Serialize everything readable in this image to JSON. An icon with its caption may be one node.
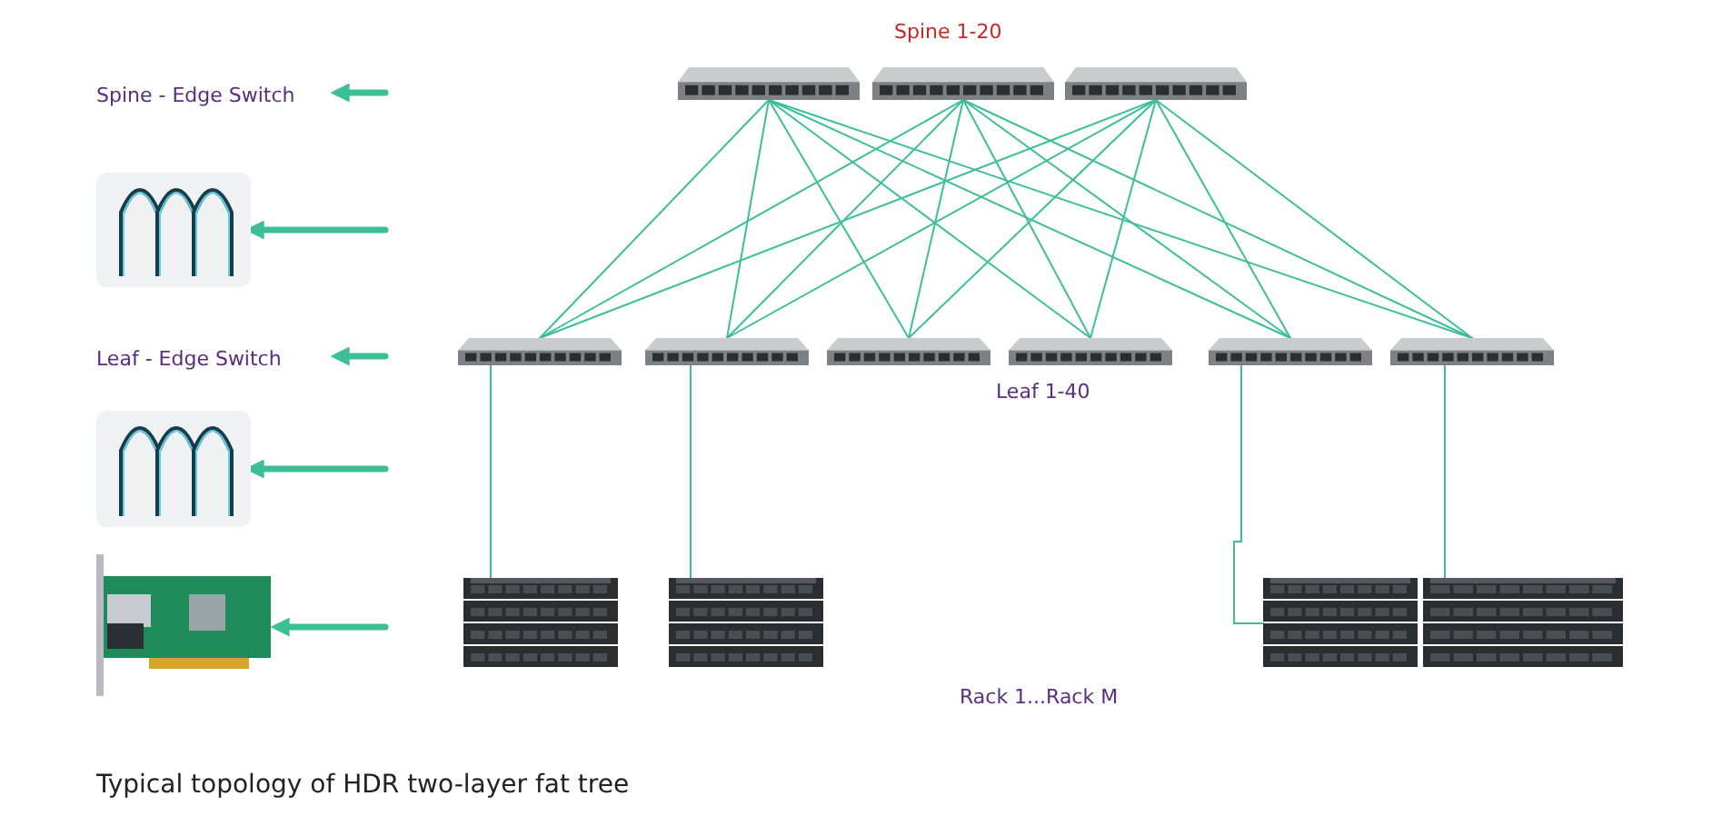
{
  "diagram": {
    "caption": "Typical topology of HDR two-layer fat tree",
    "nodes": [
      {
        "text": [
          "Spine - Edge Switch"
        ]
      },
      {
        "text": [],
        "shape": "picture"
      },
      {
        "text": [
          "Leaf - Edge Switch"
        ]
      },
      {
        "text": [],
        "shape": "picture"
      },
      {
        "text": [],
        "shape": "picture"
      },
      {
        "text": [],
        "shape": "picture"
      },
      {
        "text": [],
        "shape": "picture"
      },
      {
        "text": [],
        "shape": "picture"
      },
      {
        "text": [],
        "shape": "picture"
      },
      {
        "text": [],
        "shape": "picture"
      },
      {
        "text": [],
        "shape": "picture"
      },
      {
        "text": [],
        "shape": "picture"
      },
      {
        "text": [],
        "shape": "picture"
      },
      {
        "text": [],
        "shape": "picture"
      },
      {
        "text": [],
        "shape": "picture"
      },
      {
        "text": [],
        "shape": "picture"
      },
      {
        "text": [],
        "shape": "picture"
      },
      {
        "text": [],
        "shape": "picture"
      }
    ],
    "edges": [
      {
        "from": null,
        "to": 0,
        "arrow": "to",
        "style": "thick"
      },
      {
        "from": null,
        "to": 1,
        "arrow": "to",
        "style": "thick"
      },
      {
        "from": null,
        "to": 2,
        "arrow": "to",
        "style": "thick"
      },
      {
        "from": null,
        "to": 3,
        "arrow": "to",
        "style": "thick"
      },
      {
        "from": null,
        "to": 4,
        "arrow": "to",
        "style": "thick"
      },
      {
        "from": 5,
        "to": 8,
        "arrow": "none"
      },
      {
        "from": 5,
        "to": 9,
        "arrow": "none"
      },
      {
        "from": 5,
        "to": 10,
        "arrow": "none"
      },
      {
        "from": 5,
        "to": 11,
        "arrow": "none"
      },
      {
        "from": 5,
        "to": 12,
        "arrow": "none"
      },
      {
        "from": 5,
        "to": 13,
        "arrow": "none"
      },
      {
        "from": 6,
        "to": 8,
        "arrow": "none"
      },
      {
        "from": 6,
        "to": 9,
        "arrow": "none"
      },
      {
        "from": 6,
        "to": 10,
        "arrow": "none"
      },
      {
        "from": 6,
        "to": 11,
        "arrow": "none"
      },
      {
        "from": 6,
        "to": 12,
        "arrow": "none"
      },
      {
        "from": 6,
        "to": 13,
        "arrow": "none"
      },
      {
        "from": 7,
        "to": 8,
        "arrow": "none"
      },
      {
        "from": 7,
        "to": 9,
        "arrow": "none"
      },
      {
        "from": 7,
        "to": 10,
        "arrow": "none"
      },
      {
        "from": 7,
        "to": 11,
        "arrow": "none"
      },
      {
        "from": 7,
        "to": 12,
        "arrow": "none"
      },
      {
        "from": 7,
        "to": 13,
        "arrow": "none"
      },
      {
        "from": 8,
        "to": 14,
        "arrow": "none"
      },
      {
        "from": 9,
        "to": 15,
        "arrow": "none"
      },
      {
        "from": 12,
        "to": 16,
        "arrow": "none"
      },
      {
        "from": 13,
        "to": 17,
        "arrow": "none"
      }
    ],
    "labels": [
      "Spine 1-20",
      "Leaf 1-40",
      "Rack 1...Rack M"
    ]
  }
}
